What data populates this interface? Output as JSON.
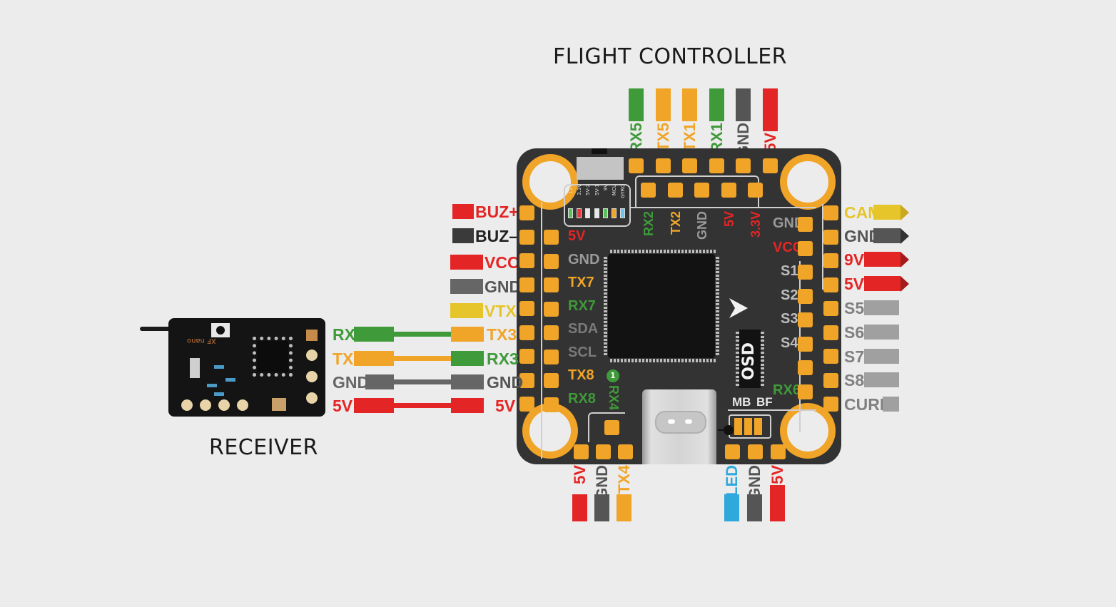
{
  "titles": {
    "flight_controller": "FLIGHT CONTROLLER",
    "receiver": "RECEIVER"
  },
  "colors": {
    "green": "#3f9a3a",
    "orange": "#f0a428",
    "yellow": "#e6c52a",
    "red": "#e42525",
    "dark_gray": "#555555",
    "light_gray": "#a0a0a0",
    "blue": "#2fa8dc",
    "board": "#333333",
    "pad": "#f0a428",
    "background": "#ececec"
  },
  "top_wires": [
    {
      "label": "RX5",
      "color": "#3f9a3a"
    },
    {
      "label": "TX5",
      "color": "#f0a428"
    },
    {
      "label": "TX1",
      "color": "#f0a428"
    },
    {
      "label": "RX1",
      "color": "#3f9a3a"
    },
    {
      "label": "GND",
      "color": "#555555"
    },
    {
      "label": "5V",
      "color": "#e42525"
    }
  ],
  "left_wires": [
    {
      "label": "BUZ+",
      "color": "#e42525",
      "text_color": "#e42525"
    },
    {
      "label": "BUZ–",
      "color": "#3a3a3a",
      "text_color": "#222222"
    },
    {
      "label": "VCC",
      "color": "#e42525",
      "text_color": "#e42525"
    },
    {
      "label": "GND",
      "color": "#666666",
      "text_color": "#555555"
    },
    {
      "label": "VTX",
      "color": "#e6c52a",
      "text_color": "#e6c52a"
    },
    {
      "label": "TX3",
      "color": "#f0a428",
      "text_color": "#f0a428"
    },
    {
      "label": "RX3",
      "color": "#3f9a3a",
      "text_color": "#3f9a3a"
    },
    {
      "label": "GND",
      "color": "#666666",
      "text_color": "#555555"
    },
    {
      "label": "5V",
      "color": "#e42525",
      "text_color": "#e42525"
    }
  ],
  "right_wires": [
    {
      "label": "CAM",
      "color": "#e6c52a",
      "text_color": "#e6c52a",
      "tip": "#c9a81f"
    },
    {
      "label": "GND",
      "color": "#555555",
      "text_color": "#555555",
      "tip": "#333333"
    },
    {
      "label": "9V",
      "color": "#e42525",
      "text_color": "#e42525",
      "tip": "#a51a1a"
    },
    {
      "label": "5V",
      "color": "#e42525",
      "text_color": "#e42525",
      "tip": "#a51a1a"
    },
    {
      "label": "S5",
      "color": "#a0a0a0",
      "text_color": "#808080"
    },
    {
      "label": "S6",
      "color": "#a0a0a0",
      "text_color": "#808080"
    },
    {
      "label": "S7",
      "color": "#a0a0a0",
      "text_color": "#808080"
    },
    {
      "label": "S8",
      "color": "#a0a0a0",
      "text_color": "#808080"
    },
    {
      "label": "CURR",
      "color": "#a0a0a0",
      "text_color": "#808080"
    }
  ],
  "bottom_left_wires": [
    {
      "label": "5V",
      "color": "#e42525"
    },
    {
      "label": "GND",
      "color": "#555555"
    },
    {
      "label": "TX4",
      "color": "#f0a428"
    }
  ],
  "bottom_right_wires": [
    {
      "label": "LED",
      "color": "#2fa8dc"
    },
    {
      "label": "GND",
      "color": "#555555"
    },
    {
      "label": "5V",
      "color": "#e42525"
    }
  ],
  "receiver_wires": [
    {
      "label": "RX",
      "color": "#3f9a3a",
      "fc_color": "#f0a428"
    },
    {
      "label": "TX",
      "color": "#f0a428",
      "fc_color": "#3f9a3a"
    },
    {
      "label": "GND",
      "color": "#666666",
      "fc_color": "#666666"
    },
    {
      "label": "5V",
      "color": "#e42525",
      "fc_color": "#e42525"
    }
  ],
  "receiver_board_text": "XF nano",
  "board": {
    "status_leds": [
      {
        "label": "12V",
        "color": "#5cc05a"
      },
      {
        "label": "3.3V",
        "color": "#e83a3a"
      },
      {
        "label": "5V-2",
        "color": "#e8e8e8"
      },
      {
        "label": "5V-1",
        "color": "#e8e8e8"
      },
      {
        "label": "9V",
        "color": "#5cc05a"
      },
      {
        "label": "MCU",
        "color": "#f0a428"
      },
      {
        "label": "GYRO",
        "color": "#6ac6ea"
      }
    ],
    "inner_top_labels": [
      {
        "label": "RX2",
        "color": "#3f9a3a"
      },
      {
        "label": "TX2",
        "color": "#f0a428"
      },
      {
        "label": "GND",
        "color": "#9a9a9a"
      },
      {
        "label": "5V",
        "color": "#e42525"
      },
      {
        "label": "3.3V",
        "color": "#e42525"
      }
    ],
    "inner_left_labels": [
      {
        "label": "5V",
        "color": "#e42525"
      },
      {
        "label": "GND",
        "color": "#9a9a9a"
      },
      {
        "label": "TX7",
        "color": "#f0a428"
      },
      {
        "label": "RX7",
        "color": "#3f9a3a"
      },
      {
        "label": "SDA",
        "color": "#7a7a7a"
      },
      {
        "label": "SCL",
        "color": "#7a7a7a"
      },
      {
        "label": "TX8",
        "color": "#f0a428"
      },
      {
        "label": "RX8",
        "color": "#3f9a3a"
      }
    ],
    "inner_right_labels": [
      {
        "label": "GND",
        "color": "#9a9a9a"
      },
      {
        "label": "VCC",
        "color": "#e42525"
      },
      {
        "label": "S1",
        "color": "#bdbdbd"
      },
      {
        "label": "S2",
        "color": "#bdbdbd"
      },
      {
        "label": "S3",
        "color": "#bdbdbd"
      },
      {
        "label": "S4",
        "color": "#bdbdbd"
      },
      {
        "label": "RX6",
        "color": "#3f9a3a"
      }
    ],
    "rx4_label": "RX4",
    "rx4_pad_number": "1",
    "osd_label": "OSD",
    "mb_label": "MB",
    "bf_label": "BF"
  }
}
